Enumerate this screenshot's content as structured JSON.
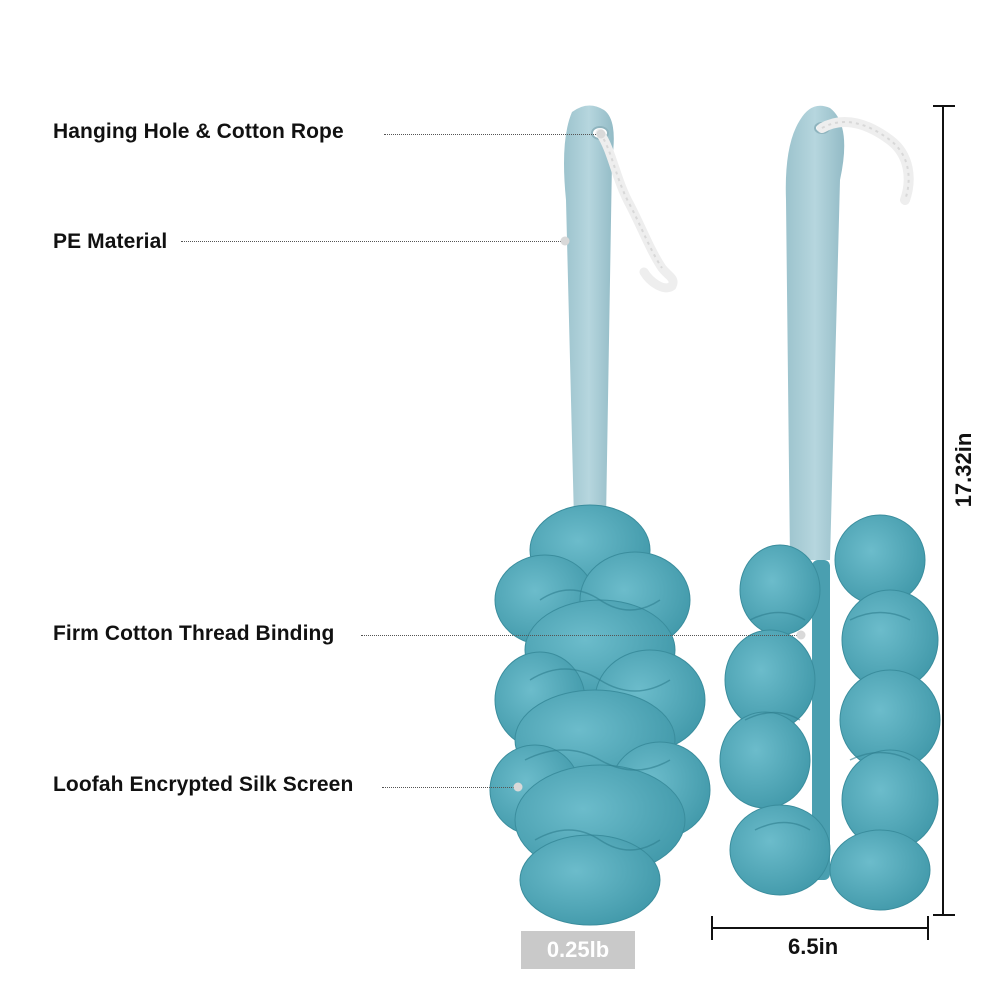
{
  "callouts": [
    {
      "label": "Hanging Hole & Cotton Rope"
    },
    {
      "label": "PE Material"
    },
    {
      "label": "Firm Cotton Thread Binding"
    },
    {
      "label": "Loofah Encrypted Silk Screen"
    }
  ],
  "dimensions": {
    "height": "17.32in",
    "width": "6.5in"
  },
  "weight": "0.25lb",
  "colors": {
    "handle": "#a9cdd6",
    "loofah": "#4fa8b8",
    "rope": "#f2f2f2",
    "badge": "#c9c9c9"
  }
}
